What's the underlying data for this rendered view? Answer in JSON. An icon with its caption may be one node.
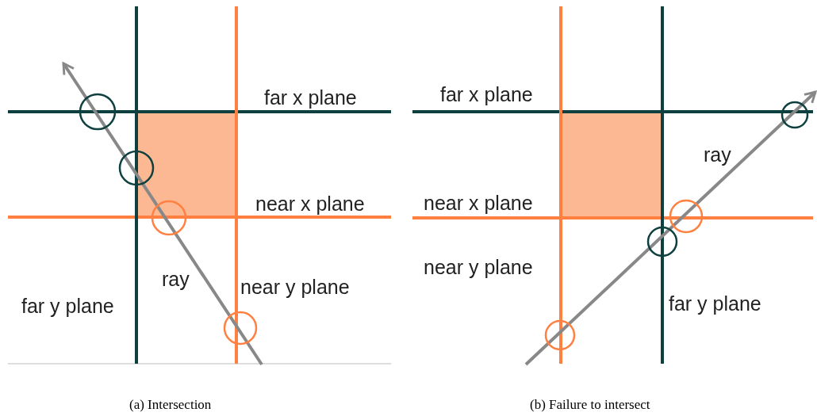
{
  "diagram": {
    "labels": [
      "far x plane",
      "near x plane",
      "ray",
      "near y plane",
      "far y plane",
      "(a) Intersection",
      "far x plane",
      "ray",
      "near x plane",
      "near y plane",
      "far y plane",
      "(b) Failure to intersect"
    ]
  }
}
